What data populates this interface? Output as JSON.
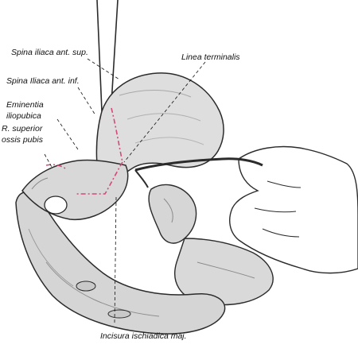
{
  "labels": {
    "spina_iliaca_ant_sup": "Spina iliaca ant. sup.",
    "spina_iliaca_ant_inf": "Spina Iliaca ant. inf.",
    "linea_terminalis": "Linea terminalis",
    "eminentia_line1": "Eminentia",
    "eminentia_line2": "iliopubica",
    "r_superior_line1": "R. superior",
    "r_superior_line2": "ossis pubis",
    "incisura": "Incisura ischiadica maj."
  },
  "colors": {
    "bone_fill": "#dcdcdc",
    "bone_shadow": "#a9a9a9",
    "outline": "#2b2b2b",
    "dashed_marker": "#d04a7a",
    "leader_line": "#111111"
  }
}
